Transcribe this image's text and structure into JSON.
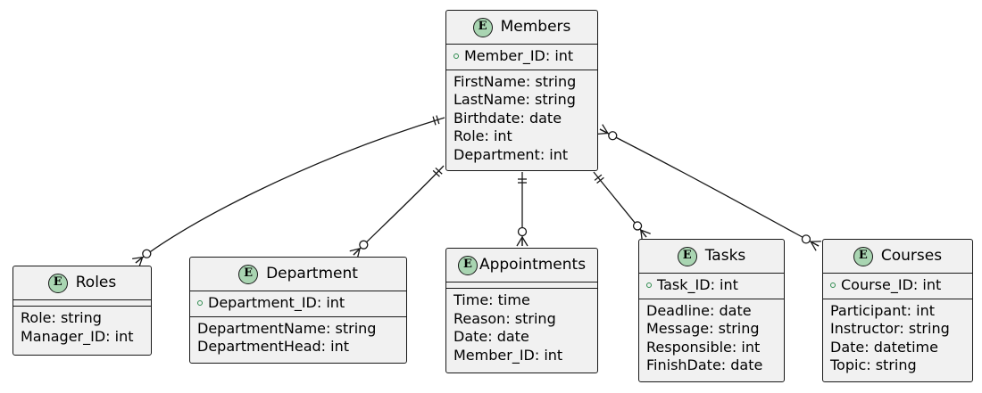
{
  "badge_letter": "E",
  "colors": {
    "badge_fill": "#a9d5b2",
    "entity_fill": "#f1f1f1",
    "line": "#181818",
    "pk_marker": "#2e8b4e"
  },
  "entities": {
    "members": {
      "title": "Members",
      "keys": [
        "Member_ID: int"
      ],
      "fields": [
        "FirstName: string",
        "LastName: string",
        "Birthdate: date",
        "Role: int",
        "Department: int"
      ]
    },
    "roles": {
      "title": "Roles",
      "keys": [],
      "fields": [
        "Role: string",
        "Manager_ID: int"
      ]
    },
    "department": {
      "title": "Department",
      "keys": [
        "Department_ID: int"
      ],
      "fields": [
        "DepartmentName: string",
        "DepartmentHead: int"
      ]
    },
    "appointments": {
      "title": "Appointments",
      "keys": [],
      "fields": [
        "Time: time",
        "Reason: string",
        "Date: date",
        "Member_ID: int"
      ]
    },
    "tasks": {
      "title": "Tasks",
      "keys": [
        "Task_ID: int"
      ],
      "fields": [
        "Deadline: date",
        "Message: string",
        "Responsible: int",
        "FinishDate: date"
      ]
    },
    "courses": {
      "title": "Courses",
      "keys": [
        "Course_ID: int"
      ],
      "fields": [
        "Participant: int",
        "Instructor: string",
        "Date: datetime",
        "Topic: string"
      ]
    }
  },
  "relationships": [
    {
      "from": "members",
      "to": "roles",
      "from_end": "exactly-one",
      "to_end": "zero-or-many"
    },
    {
      "from": "members",
      "to": "department",
      "from_end": "exactly-one",
      "to_end": "zero-or-many"
    },
    {
      "from": "members",
      "to": "appointments",
      "from_end": "exactly-one",
      "to_end": "zero-or-many"
    },
    {
      "from": "members",
      "to": "tasks",
      "from_end": "exactly-one",
      "to_end": "zero-or-many"
    },
    {
      "from": "members",
      "to": "courses",
      "from_end": "zero-or-many",
      "to_end": "zero-or-many"
    }
  ]
}
